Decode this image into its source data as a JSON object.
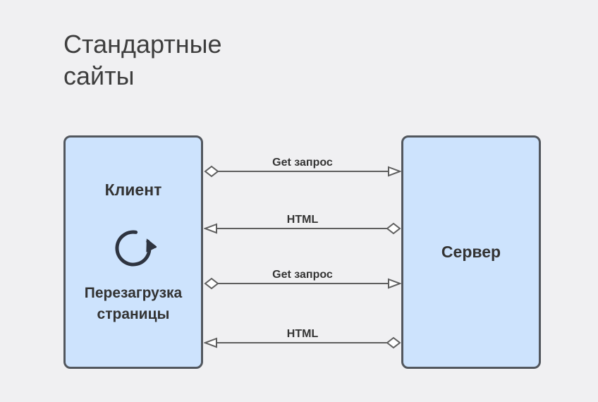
{
  "title": "Стандартные сайты",
  "nodes": {
    "client": {
      "label": "Клиент",
      "sublabel": "Перезагрузка страницы",
      "icon": "reload-icon"
    },
    "server": {
      "label": "Сервер"
    }
  },
  "connectors": [
    {
      "label": "Get запрос",
      "direction": "client-to-server",
      "source_marker": "open-diamond",
      "target_marker": "open-arrow"
    },
    {
      "label": "HTML",
      "direction": "server-to-client",
      "source_marker": "open-diamond",
      "target_marker": "open-arrow"
    },
    {
      "label": "Get запрос",
      "direction": "client-to-server",
      "source_marker": "open-diamond",
      "target_marker": "open-arrow"
    },
    {
      "label": "HTML",
      "direction": "server-to-client",
      "source_marker": "open-diamond",
      "target_marker": "open-arrow"
    }
  ],
  "colors": {
    "background": "#f0f0f2",
    "node_fill": "#cde3fd",
    "node_border": "#52575e",
    "line": "#5e5e5e",
    "marker_fill": "#ffffff",
    "text": "#333333",
    "title_text": "#3e3e3e",
    "icon": "#2e3440"
  }
}
